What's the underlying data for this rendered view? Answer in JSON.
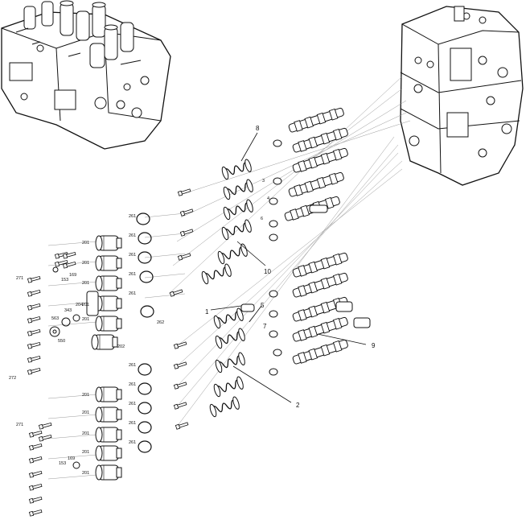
{
  "callouts": {
    "c8": "8",
    "c10": "10",
    "c1": "1",
    "c5": "5",
    "c7": "7",
    "c9": "9",
    "c2": "2",
    "c3": "3",
    "c4": "4",
    "c6": "6"
  },
  "part_labels": {
    "p261a": "261",
    "p261b": "261",
    "p261c": "261",
    "p261d": "261",
    "p261e": "261",
    "p262": "262",
    "p201a": "201",
    "p201b": "201",
    "p201c": "201",
    "p201d": "201",
    "p201e": "201",
    "p271": "271",
    "p153": "153",
    "p169": "169",
    "p563": "563",
    "p550": "550",
    "p202": "202",
    "p272": "272",
    "p261f": "261",
    "p261g": "261",
    "p261h": "261",
    "p261i": "261",
    "p261j": "261",
    "p201f": "201",
    "p201g": "201",
    "p201h": "201",
    "p201i": "201",
    "p201j": "201",
    "p271b": "271",
    "p153b": "153",
    "p169b": "169",
    "p204": "204",
    "p343": "343"
  }
}
